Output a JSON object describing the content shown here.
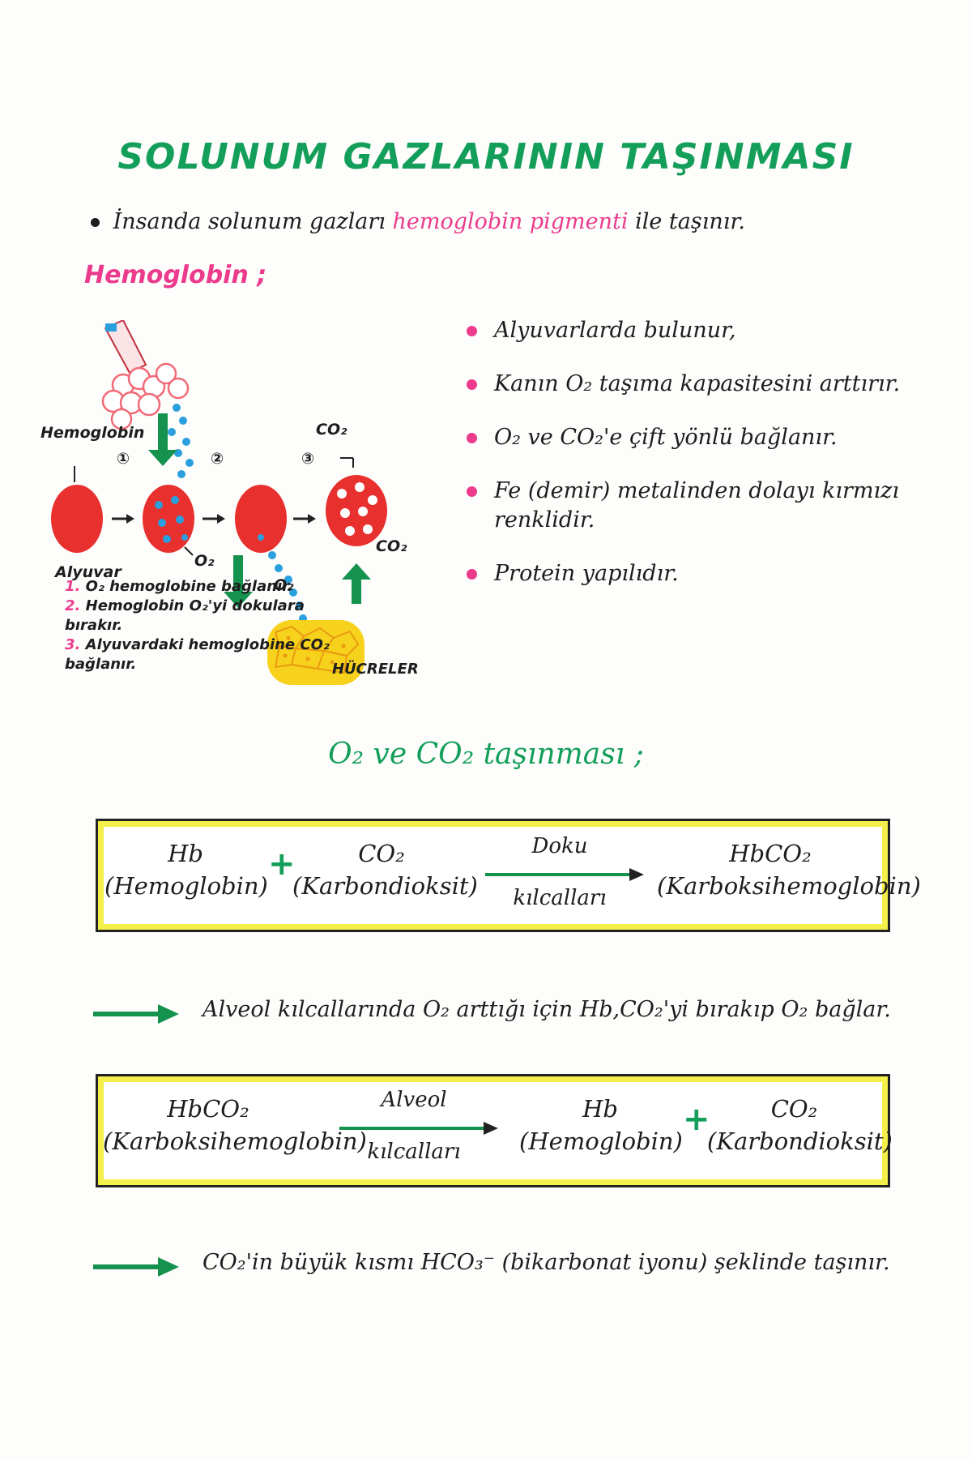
{
  "title": "SOLUNUM GAZLARININ TAŞINMASI",
  "intro": {
    "before": "İnsanda solunum gazları",
    "highlight": "hemoglobin pigmenti",
    "after": "ile taşınır."
  },
  "hemoglobin_heading": "Hemoglobin ;",
  "properties": [
    "Alyuvarlarda bulunur,",
    "Kanın O₂ taşıma kapasitesini arttırır.",
    "O₂ ve CO₂'e çift yönlü bağlanır.",
    "Fe (demir) metalinden dolayı kırmızı renklidir.",
    "Protein yapılıdır."
  ],
  "diagram": {
    "label_hemoglobin": "Hemoglobin",
    "label_alyuvar": "Alyuvar",
    "label_o2_a": "O₂",
    "label_o2_b": "O₂",
    "label_co2_a": "CO₂",
    "label_co2_b": "CO₂",
    "label_cells": "HÜCRELER",
    "step_1": "①",
    "step_2": "②",
    "step_3": "③",
    "colors": {
      "blood": "#e8302f",
      "o2": "#2a9fde",
      "arrow": "#16924f",
      "cell": "#f7d21c",
      "lung": "#f06b78"
    }
  },
  "steps": [
    {
      "num": "1.",
      "text": "O₂ hemoglobine bağlanır."
    },
    {
      "num": "2.",
      "text": "Hemoglobin O₂'yi dokulara bırakır."
    },
    {
      "num": "3.",
      "text": "Alyuvardaki hemoglobine CO₂ bağlanır."
    }
  ],
  "section_title": "O₂ ve CO₂ taşınması ;",
  "reaction1": {
    "left_top": "Hb",
    "left_bottom": "(Hemoglobin)",
    "plus": "+",
    "mid_top": "CO₂",
    "mid_bottom": "(Karbondioksit)",
    "arrow_top": "Doku",
    "arrow_bottom": "kılcalları",
    "right_top": "HbCO₂",
    "right_bottom": "(Karboksihemoglobin)"
  },
  "note1": "Alveol kılcallarında O₂ arttığı için Hb,CO₂'yi bırakıp O₂ bağlar.",
  "reaction2": {
    "left_top": "HbCO₂",
    "left_bottom": "(Karboksihemoglobin)",
    "arrow_top": "Alveol",
    "arrow_bottom": "kılcalları",
    "mid_top": "Hb",
    "mid_bottom": "(Hemoglobin)",
    "plus": "+",
    "right_top": "CO₂",
    "right_bottom": "(Karbondioksit)"
  },
  "note2": "CO₂'in büyük kısmı HCO₃⁻ (bikarbonat iyonu) şeklinde taşınır.",
  "accent": {
    "green": "#139e5a",
    "pink": "#ec3b8d",
    "yellow": "#f4ef4a"
  }
}
